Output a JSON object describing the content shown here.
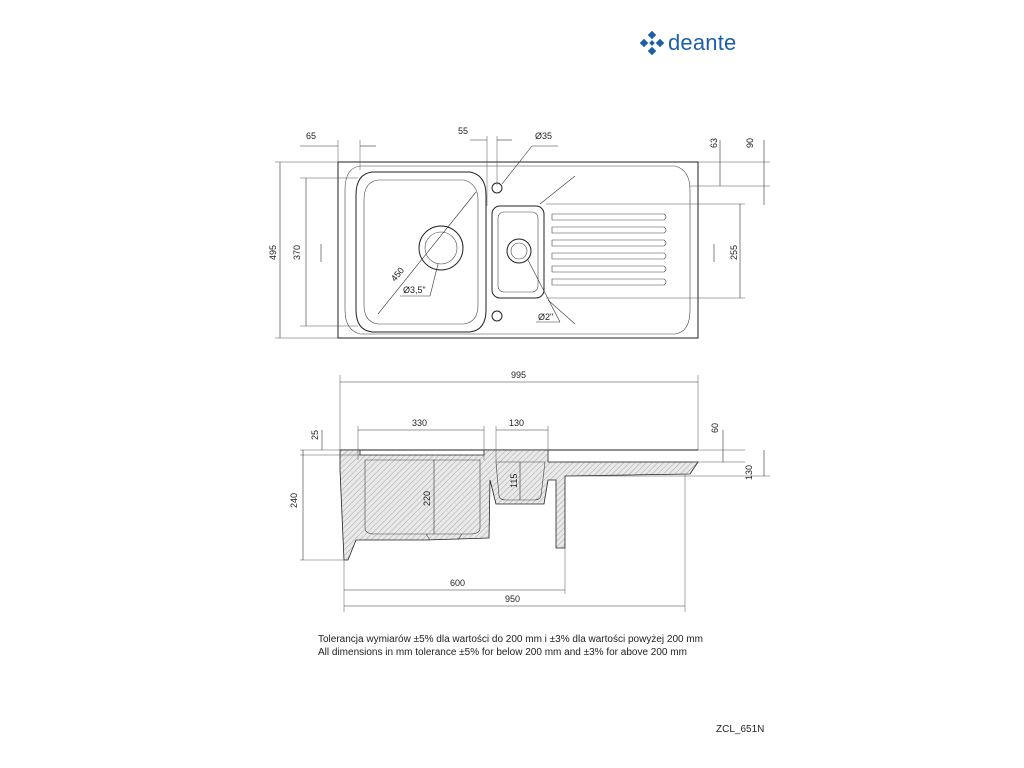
{
  "brand": {
    "name": "deante",
    "color": "#1d5fa8"
  },
  "top_view": {
    "dims": {
      "d65": "65",
      "d55": "55",
      "d35": "Ø35",
      "d63": "63",
      "d90": "90",
      "d495": "495",
      "d370": "370",
      "d255": "255",
      "d450": "450",
      "d35in": "Ø3,5\"",
      "d2in": "Ø2\""
    }
  },
  "side_view": {
    "dims": {
      "d995": "995",
      "d330": "330",
      "d130a": "130",
      "d60": "60",
      "d25": "25",
      "d240": "240",
      "d220": "220",
      "d115": "115",
      "d130b": "130",
      "d600": "600",
      "d950": "950"
    }
  },
  "notes": {
    "pl": "Tolerancja wymiarów ±5% dla wartości do 200 mm i ±3% dla wartości powyżej 200 mm",
    "en": "All dimensions in mm tolerance ±5% for below 200 mm and ±3% for above 200 mm"
  },
  "model_code": "ZCL_651N"
}
